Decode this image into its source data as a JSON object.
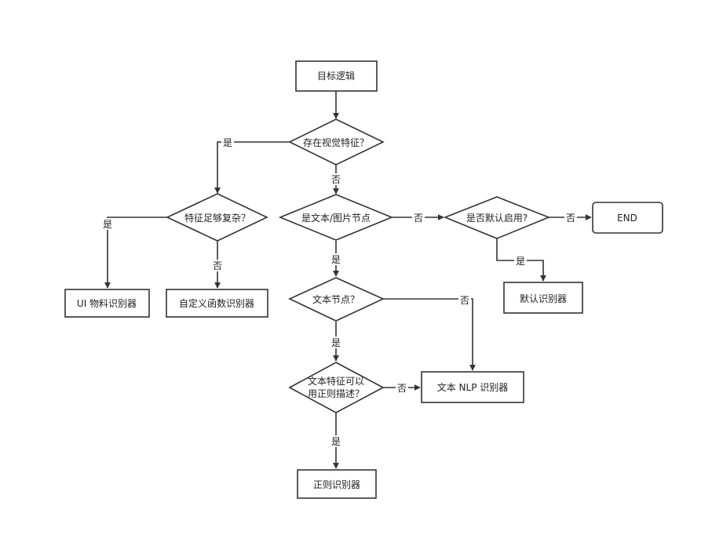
{
  "diagram": {
    "nodes": {
      "target": "目标逻辑",
      "visual": "存在视觉特征？",
      "complex": "特征足够复杂？",
      "textimg": "是文本/图片节点",
      "default_on": "是否默认启用?",
      "end": "END",
      "ui": "UI 物料识别器",
      "custom": "自定义函数识别器",
      "textnode": "文本节点？",
      "default_rec": "默认识别器",
      "regex_q_1": "文本特征可以",
      "regex_q_2": "用正则描述？",
      "nlp": "文本 NLP 识别器",
      "regex": "正则识别器"
    },
    "edges": {
      "visual_complex": "是",
      "visual_textimg": "否",
      "complex_ui": "是",
      "complex_custom": "否",
      "textimg_default": "否",
      "textimg_textnode": "是",
      "default_end": "否",
      "default_rec": "是",
      "textnode_nlp": "否",
      "textnode_regexq": "是",
      "regexq_nlp": "否",
      "regexq_regex": "是"
    }
  }
}
